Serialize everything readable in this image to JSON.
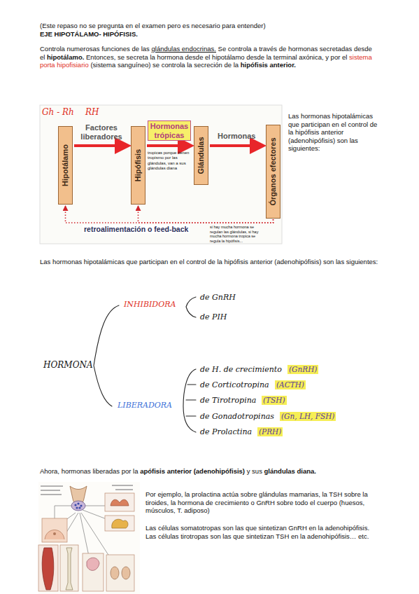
{
  "diagram": {
    "nodes": [
      {
        "text": [
          "Hipotálamo"
        ]
      },
      {
        "text": [
          "Hipófisis"
        ]
      },
      {
        "text": [
          "Glándulas"
        ]
      },
      {
        "text": [
          "Órganos efectores"
        ]
      }
    ],
    "edges": [
      {
        "from": 0,
        "to": 1,
        "arrow": "to",
        "label": "Factores liberadores"
      },
      {
        "from": 1,
        "to": 2,
        "arrow": "to",
        "label": "Hormonas trópicas"
      },
      {
        "from": 2,
        "to": 3,
        "arrow": "to",
        "label": "Hormonas"
      },
      {
        "from": 3,
        "to": 0,
        "arrow": "to",
        "label": "retroalimentación o feed-back"
      },
      {
        "from": 3,
        "to": 1,
        "arrow": "to"
      }
    ],
    "labels": [
      "(Este repaso no se pregunta en el examen pero es necesario para entender)",
      "EJE HIPOTÁLAMO- HIPÓFISIS.",
      "Controla numerosas funciones de las",
      "glándulas endocrinas.",
      "Se controla a través de hormonas secretadas desde el",
      "hipotálamo.",
      "Entonces, se secreta la hormona desde el hipotálamo desde la terminal axónica, y por el",
      "sistema porta hipofisiario",
      "(sistema sanguíneo) se controla la secreción de la",
      "hipófisis anterior.",
      "Gh - Rh",
      "RH",
      "tropicas porque tienen tropismo por las glándulas, van a sus glándulas diana",
      "si hay mucha hormona se regulan las glándulas, si hay mucha hormona tropica se regula la hipófisis...",
      "Las hormonas hipotalámicas que participan en el control de la hipófisis anterior (adenohipófisis) son las siguientes:",
      "Las hormonas hipotalámicas que participan en el control de la hipófisis anterior (adenohipófisis) son las siguientes:",
      "INHIBIDORA",
      "de GnRH",
      "de PIH",
      "HORMONA",
      "LIBERADORA",
      "de H. de crecimiento",
      "(GnRH)",
      "de Corticotropina",
      "(ACTH)",
      "de Tirotropina",
      "(TSH)",
      "de Gonadotropinas",
      "(Gn, LH, FSH)",
      "de Prolactina",
      "(PRH)",
      "Ahora, hormonas liberadas por la",
      "apófisis anterior (adenohipófisis)",
      "y sus",
      "glándulas diana.",
      "Por ejemplo, la prolactina actúa sobre glándulas mamarias, la TSH sobre la tiroides, la hormona de crecimiento o GnRH sobre todo el cuerpo (huesos, músculos, T. adiposo)",
      "Las células somatotropas son las que sintetizan GnRH en la adenohipófisis. Las células tirotropas son las que sintetizan TSH en la adenohipófisis… etc."
    ]
  }
}
